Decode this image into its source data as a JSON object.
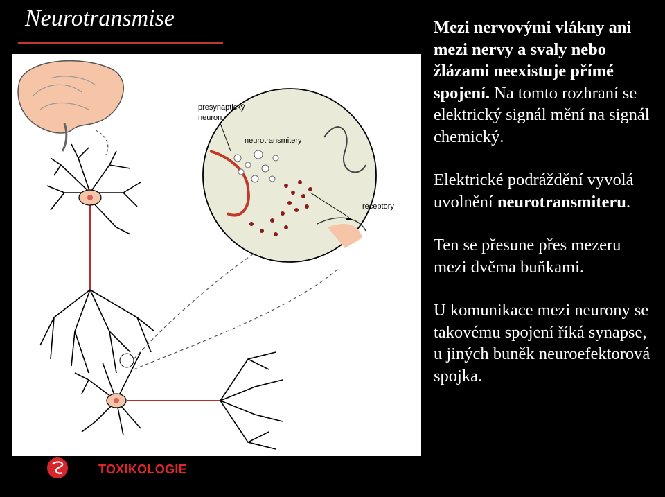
{
  "slide": {
    "title": "Neurotransmise",
    "footer": "TOXIKOLOGIE",
    "logo": "vscht-logo",
    "accent_color": "#d6262b"
  },
  "figure": {
    "label_presynaptic": "presynaptický",
    "label_presynaptic_2": "neuron",
    "label_neurotransmitters": "neurotransmitery",
    "label_receptors": "receptory"
  },
  "text": {
    "p1_bold": "Mezi nervovými vlákny ani mezi nervy a svaly nebo žlázami neexistuje přímé spojení.",
    "p1_rest": " Na tomto rozhraní se elektrický signál mění na signál chemický.",
    "p2_start": "Elektrické podráždění vyvolá  uvolnění ",
    "p2_bold": "neurotransmiteru",
    "p2_end": ".",
    "p3": "Ten se přesune přes mezeru mezi dvěma buňkami.",
    "p4": "U komunikace mezi neurony se takovému spojení říká synapse, u jiných buněk neuroefektorová spojka."
  }
}
